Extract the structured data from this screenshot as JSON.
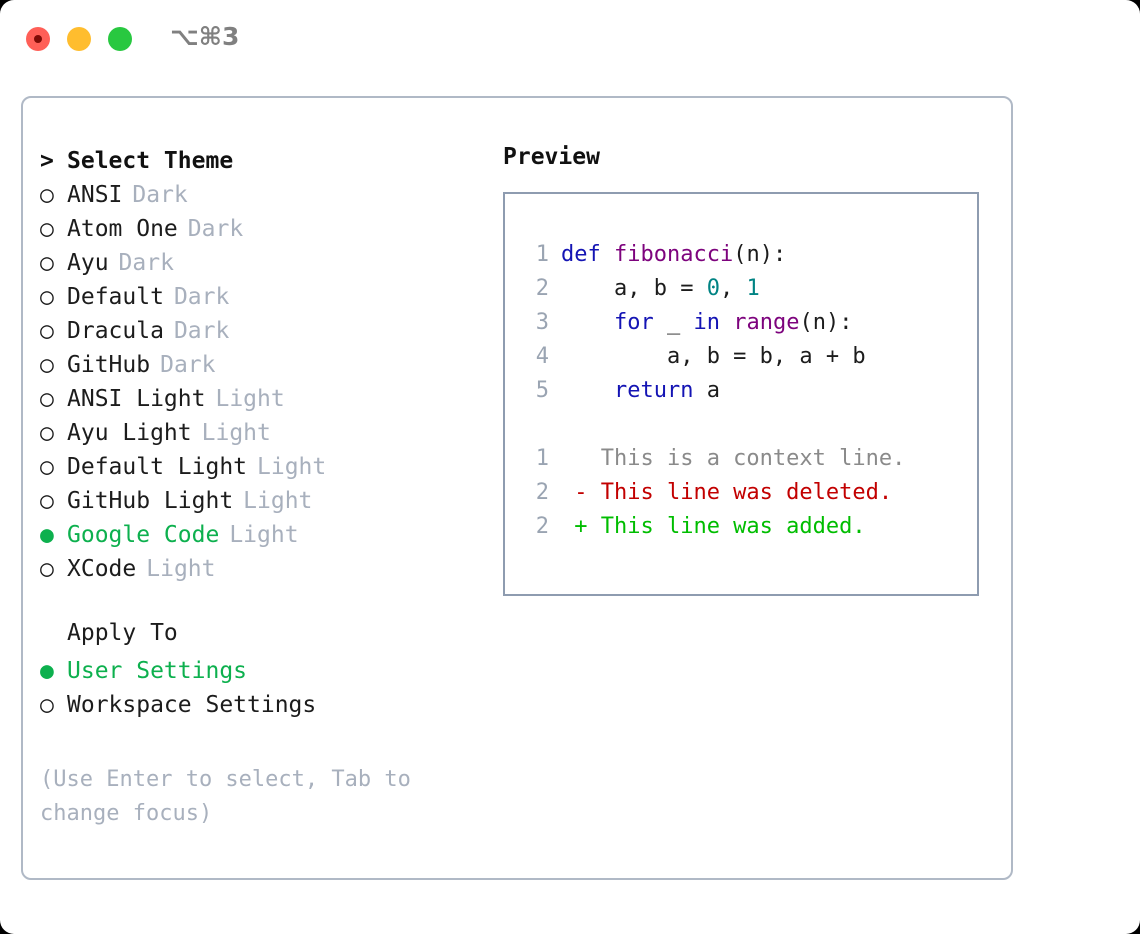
{
  "window": {
    "title": "⌥⌘3",
    "traffic_lights": [
      {
        "name": "close",
        "color": "#ff5f57"
      },
      {
        "name": "minimize",
        "color": "#ffbd2e"
      },
      {
        "name": "maximize",
        "color": "#28c840"
      }
    ]
  },
  "colors": {
    "accent_green": "#0db04e",
    "muted": "#a8b0bd",
    "border": "#b0b9c6",
    "preview_border": "#8e9cb0",
    "keyword": "#1414b4",
    "function": "#7d037d",
    "number": "#008383",
    "diff_added": "#00bd00",
    "diff_deleted": "#c20000",
    "diff_context": "#8a8a8a"
  },
  "theme_section": {
    "heading": "Select Theme",
    "heading_prefix": ">",
    "marker_unselected": "○",
    "marker_selected": "●",
    "items": [
      {
        "name": "ANSI",
        "kind": "Dark",
        "selected": false
      },
      {
        "name": "Atom One",
        "kind": "Dark",
        "selected": false
      },
      {
        "name": "Ayu",
        "kind": "Dark",
        "selected": false
      },
      {
        "name": "Default",
        "kind": "Dark",
        "selected": false
      },
      {
        "name": "Dracula",
        "kind": "Dark",
        "selected": false
      },
      {
        "name": "GitHub",
        "kind": "Dark",
        "selected": false
      },
      {
        "name": "ANSI Light",
        "kind": "Light",
        "selected": false
      },
      {
        "name": "Ayu Light",
        "kind": "Light",
        "selected": false
      },
      {
        "name": "Default Light",
        "kind": "Light",
        "selected": false
      },
      {
        "name": "GitHub Light",
        "kind": "Light",
        "selected": false
      },
      {
        "name": "Google Code",
        "kind": "Light",
        "selected": true
      },
      {
        "name": "XCode",
        "kind": "Light",
        "selected": false
      }
    ]
  },
  "apply_section": {
    "heading": "Apply To",
    "items": [
      {
        "name": "User Settings",
        "selected": true
      },
      {
        "name": "Workspace Settings",
        "selected": false
      }
    ]
  },
  "hint": "(Use Enter to select, Tab to change focus)",
  "preview": {
    "title": "Preview",
    "code_lines": [
      {
        "number": "1",
        "tokens": [
          {
            "text": "def ",
            "type": "kw"
          },
          {
            "text": "fibonacci",
            "type": "fn"
          },
          {
            "text": "(n):",
            "type": "punc"
          }
        ]
      },
      {
        "number": "2",
        "tokens": [
          {
            "text": "    a, b = ",
            "type": "txt"
          },
          {
            "text": "0",
            "type": "num"
          },
          {
            "text": ", ",
            "type": "txt"
          },
          {
            "text": "1",
            "type": "num"
          }
        ]
      },
      {
        "number": "3",
        "tokens": [
          {
            "text": "    ",
            "type": "txt"
          },
          {
            "text": "for",
            "type": "kw"
          },
          {
            "text": " _ ",
            "type": "txt"
          },
          {
            "text": "in",
            "type": "kw"
          },
          {
            "text": " ",
            "type": "txt"
          },
          {
            "text": "range",
            "type": "fn"
          },
          {
            "text": "(n):",
            "type": "punc"
          }
        ]
      },
      {
        "number": "4",
        "tokens": [
          {
            "text": "        a, b = b, a + b",
            "type": "txt"
          }
        ]
      },
      {
        "number": "5",
        "tokens": [
          {
            "text": "    ",
            "type": "txt"
          },
          {
            "text": "return",
            "type": "kw"
          },
          {
            "text": " a",
            "type": "txt"
          }
        ]
      }
    ],
    "diff_lines": [
      {
        "number": "1",
        "sign": " ",
        "text": "This is a context line.",
        "type": "ctx"
      },
      {
        "number": "2",
        "sign": "-",
        "text": "This line was deleted.",
        "type": "del"
      },
      {
        "number": "2",
        "sign": "+",
        "text": "This line was added.",
        "type": "add"
      }
    ]
  }
}
